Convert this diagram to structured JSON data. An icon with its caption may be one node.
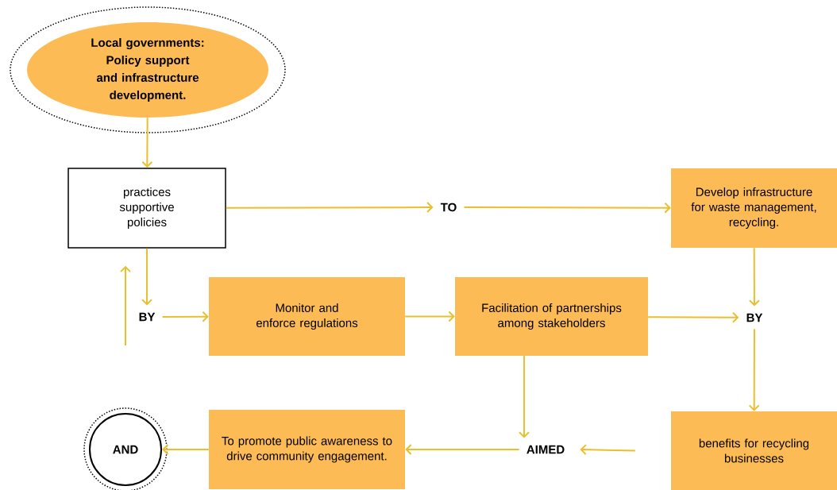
{
  "diagram": {
    "nodes": [
      {
        "text": [
          "Local governments: Policy support and infrastructure development."
        ]
      },
      {
        "text": [
          "practices supportive policies"
        ]
      },
      {
        "text": [
          "TO"
        ]
      },
      {
        "text": [
          "Develop infrastructure for waste management, recycling."
        ]
      },
      {
        "text": [
          "BY"
        ]
      },
      {
        "text": [
          "Monitor and enforce regulations"
        ]
      },
      {
        "text": [
          "Facilitation of partnerships among stakeholders"
        ]
      },
      {
        "text": [
          "BY"
        ]
      },
      {
        "text": [
          "benefits for recycling businesses"
        ]
      },
      {
        "text": [
          "AIMED"
        ]
      },
      {
        "text": [
          "To promote public awareness to drive community engagement."
        ]
      },
      {
        "text": [
          "AND"
        ]
      }
    ],
    "edges": [
      {
        "from": 0,
        "to": 1,
        "arrow": "to"
      },
      {
        "from": 1,
        "to": 2,
        "arrow": "to"
      },
      {
        "from": 2,
        "to": 3,
        "arrow": "to"
      },
      {
        "from": 1,
        "to": 4,
        "arrow": "to"
      },
      {
        "from": 4,
        "to": 1,
        "arrow": "to"
      },
      {
        "from": 4,
        "to": 5,
        "arrow": "to"
      },
      {
        "from": 5,
        "to": 6,
        "arrow": "to"
      },
      {
        "from": 6,
        "to": 7,
        "arrow": "to"
      },
      {
        "from": 3,
        "to": 7,
        "arrow": "to"
      },
      {
        "from": 7,
        "to": 8,
        "arrow": "to"
      },
      {
        "from": 8,
        "to": 9,
        "arrow": "to"
      },
      {
        "from": 6,
        "to": 9,
        "arrow": "to"
      },
      {
        "from": 9,
        "to": 10,
        "arrow": "to"
      },
      {
        "from": 10,
        "to": 11,
        "arrow": "to"
      }
    ]
  }
}
